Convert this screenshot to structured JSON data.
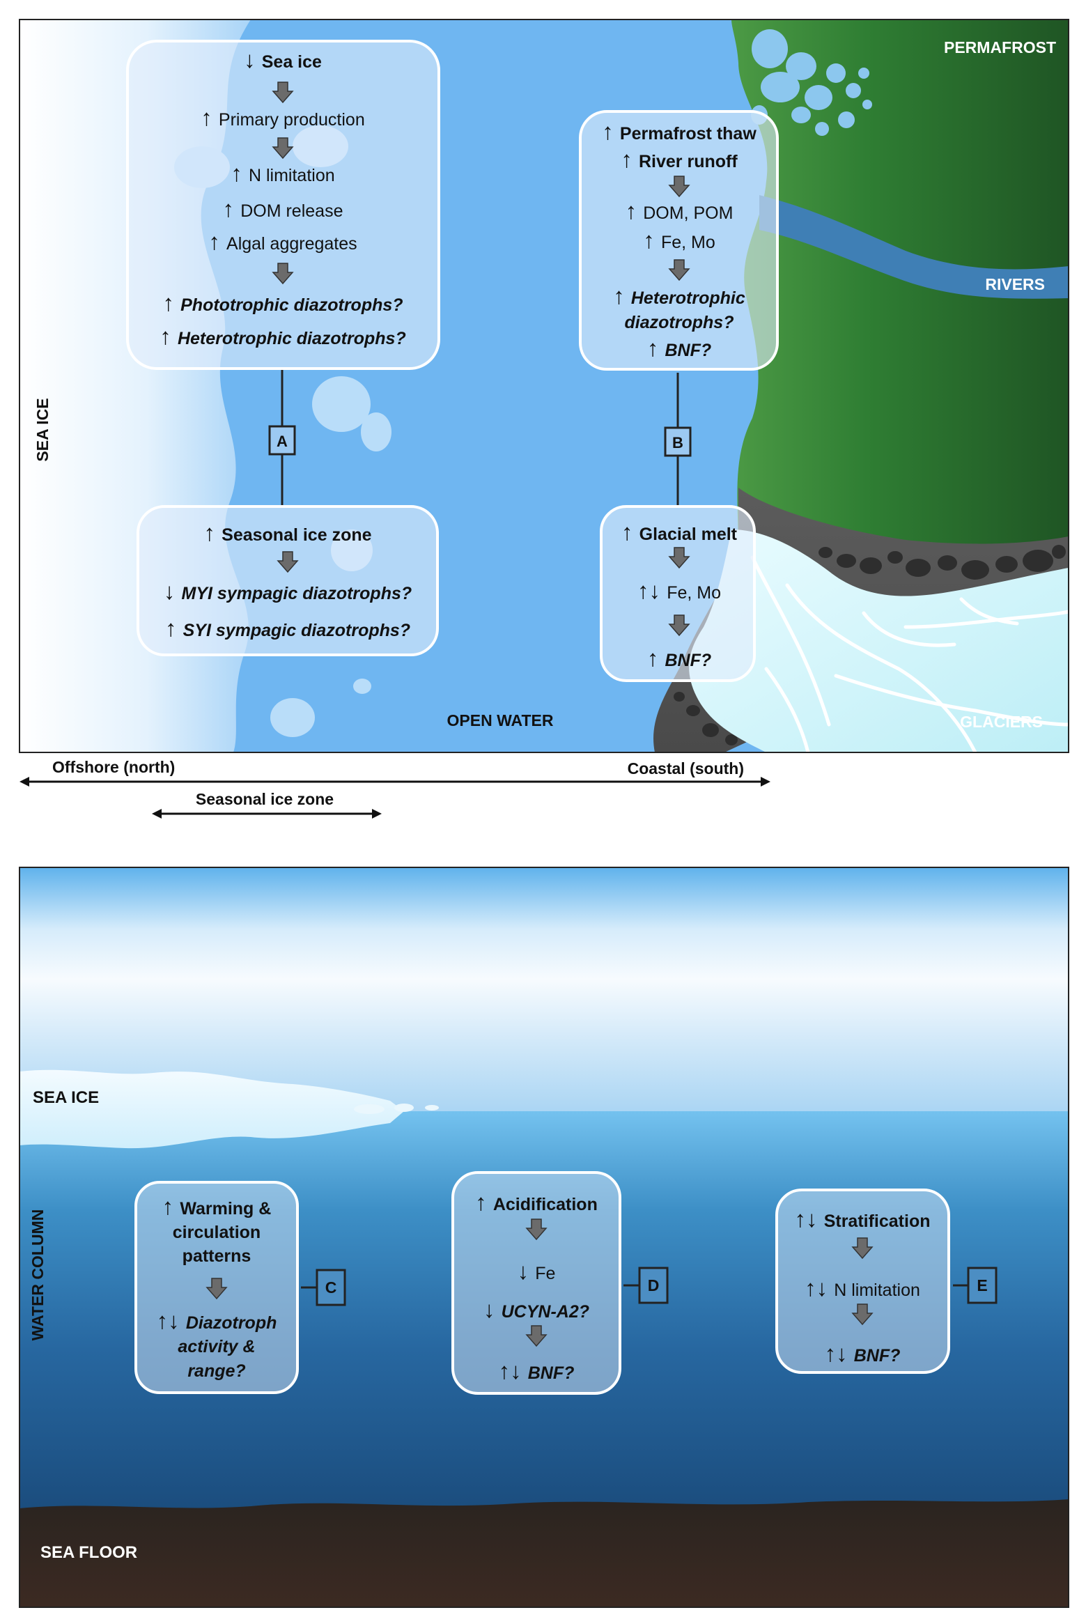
{
  "top": {
    "labels": {
      "permafrost": "PERMAFROST",
      "rivers": "RIVERS",
      "sea_ice": "SEA ICE",
      "open_water": "OPEN WATER",
      "glaciers": "GLACIERS"
    },
    "boxes": {
      "A_upper": [
        {
          "arrow": "↓",
          "text": "Sea ice",
          "style": "bold"
        },
        {
          "arrow": "",
          "text": "",
          "style": "down-arrow"
        },
        {
          "arrow": "↑",
          "text": "Primary production",
          "style": "normal"
        },
        {
          "arrow": "",
          "text": "",
          "style": "down-arrow"
        },
        {
          "arrow": "↑",
          "text": "N limitation",
          "style": "normal"
        },
        {
          "arrow": "↑",
          "text": "DOM release",
          "style": "normal"
        },
        {
          "arrow": "↑",
          "text": "Algal aggregates",
          "style": "normal"
        },
        {
          "arrow": "",
          "text": "",
          "style": "down-arrow"
        },
        {
          "arrow": "↑",
          "text": "Phototrophic diazotrophs?",
          "style": "bolditalic"
        },
        {
          "arrow": "↑",
          "text": "Heterotrophic diazotrophs?",
          "style": "bolditalic"
        }
      ],
      "A_lower": [
        {
          "arrow": "↑",
          "text": "Seasonal ice zone",
          "style": "bold"
        },
        {
          "arrow": "",
          "text": "",
          "style": "down-arrow"
        },
        {
          "arrow": "↓",
          "text": "MYI sympagic diazotrophs?",
          "style": "bolditalic"
        },
        {
          "arrow": "↑",
          "text": "SYI sympagic diazotrophs?",
          "style": "bolditalic"
        }
      ],
      "B_upper": [
        {
          "arrow": "↑",
          "text": "Permafrost thaw",
          "style": "bold"
        },
        {
          "arrow": "↑",
          "text": "River runoff",
          "style": "bold"
        },
        {
          "arrow": "",
          "text": "",
          "style": "down-arrow"
        },
        {
          "arrow": "↑",
          "text": "DOM, POM",
          "style": "normal"
        },
        {
          "arrow": "↑",
          "text": "Fe, Mo",
          "style": "normal"
        },
        {
          "arrow": "",
          "text": "",
          "style": "down-arrow"
        },
        {
          "arrow": "↑",
          "text": "Heterotrophic",
          "style": "bolditalic"
        },
        {
          "arrow": "",
          "text": "diazotrophs?",
          "style": "bolditalic"
        },
        {
          "arrow": "↑",
          "text": "BNF?",
          "style": "bolditalic"
        }
      ],
      "B_lower": [
        {
          "arrow": "↑",
          "text": "Glacial melt",
          "style": "bold"
        },
        {
          "arrow": "",
          "text": "",
          "style": "down-arrow"
        },
        {
          "arrow": "↑↓",
          "text": "Fe, Mo",
          "style": "normal"
        },
        {
          "arrow": "",
          "text": "",
          "style": "down-arrow"
        },
        {
          "arrow": "↑",
          "text": "BNF?",
          "style": "bolditalic"
        }
      ]
    },
    "connectors": {
      "A": "A",
      "B": "B"
    },
    "axis": {
      "offshore": "Offshore (north)",
      "coastal": "Coastal (south)",
      "seasonal": "Seasonal ice zone"
    }
  },
  "bottom": {
    "labels": {
      "sea_ice": "SEA ICE",
      "water_column": "WATER COLUMN",
      "sea_floor": "SEA FLOOR"
    },
    "boxes": {
      "C": [
        {
          "arrow": "↑",
          "text": "Warming &",
          "style": "bold"
        },
        {
          "arrow": "",
          "text": "circulation",
          "style": "bold"
        },
        {
          "arrow": "",
          "text": "patterns",
          "style": "bold"
        },
        {
          "arrow": "",
          "text": "",
          "style": "down-arrow"
        },
        {
          "arrow": "↑↓",
          "text": "Diazotroph",
          "style": "bolditalic"
        },
        {
          "arrow": "",
          "text": "activity &",
          "style": "bolditalic"
        },
        {
          "arrow": "",
          "text": "range?",
          "style": "bolditalic"
        }
      ],
      "D": [
        {
          "arrow": "↑",
          "text": "Acidification",
          "style": "bold"
        },
        {
          "arrow": "",
          "text": "",
          "style": "down-arrow"
        },
        {
          "arrow": "↓",
          "text": "Fe",
          "style": "normal"
        },
        {
          "arrow": "↓",
          "text": "UCYN-A2?",
          "style": "bolditalic"
        },
        {
          "arrow": "",
          "text": "",
          "style": "down-arrow"
        },
        {
          "arrow": "↑↓",
          "text": "BNF?",
          "style": "bolditalic"
        }
      ],
      "E": [
        {
          "arrow": "↑↓",
          "text": "Stratification",
          "style": "bold"
        },
        {
          "arrow": "",
          "text": "",
          "style": "down-arrow"
        },
        {
          "arrow": "↑↓",
          "text": "N limitation",
          "style": "normal"
        },
        {
          "arrow": "",
          "text": "",
          "style": "down-arrow"
        },
        {
          "arrow": "↑↓",
          "text": "BNF?",
          "style": "bolditalic"
        }
      ]
    },
    "connectors": {
      "C": "C",
      "D": "D",
      "E": "E"
    }
  },
  "colors": {
    "water": "#6fb6f1",
    "land_green": "#2f7a34",
    "river": "#3f7fb5",
    "glacier": "#c8f1f7",
    "rock": "#5a5a5a",
    "sea_floor": "#3a2a23"
  }
}
